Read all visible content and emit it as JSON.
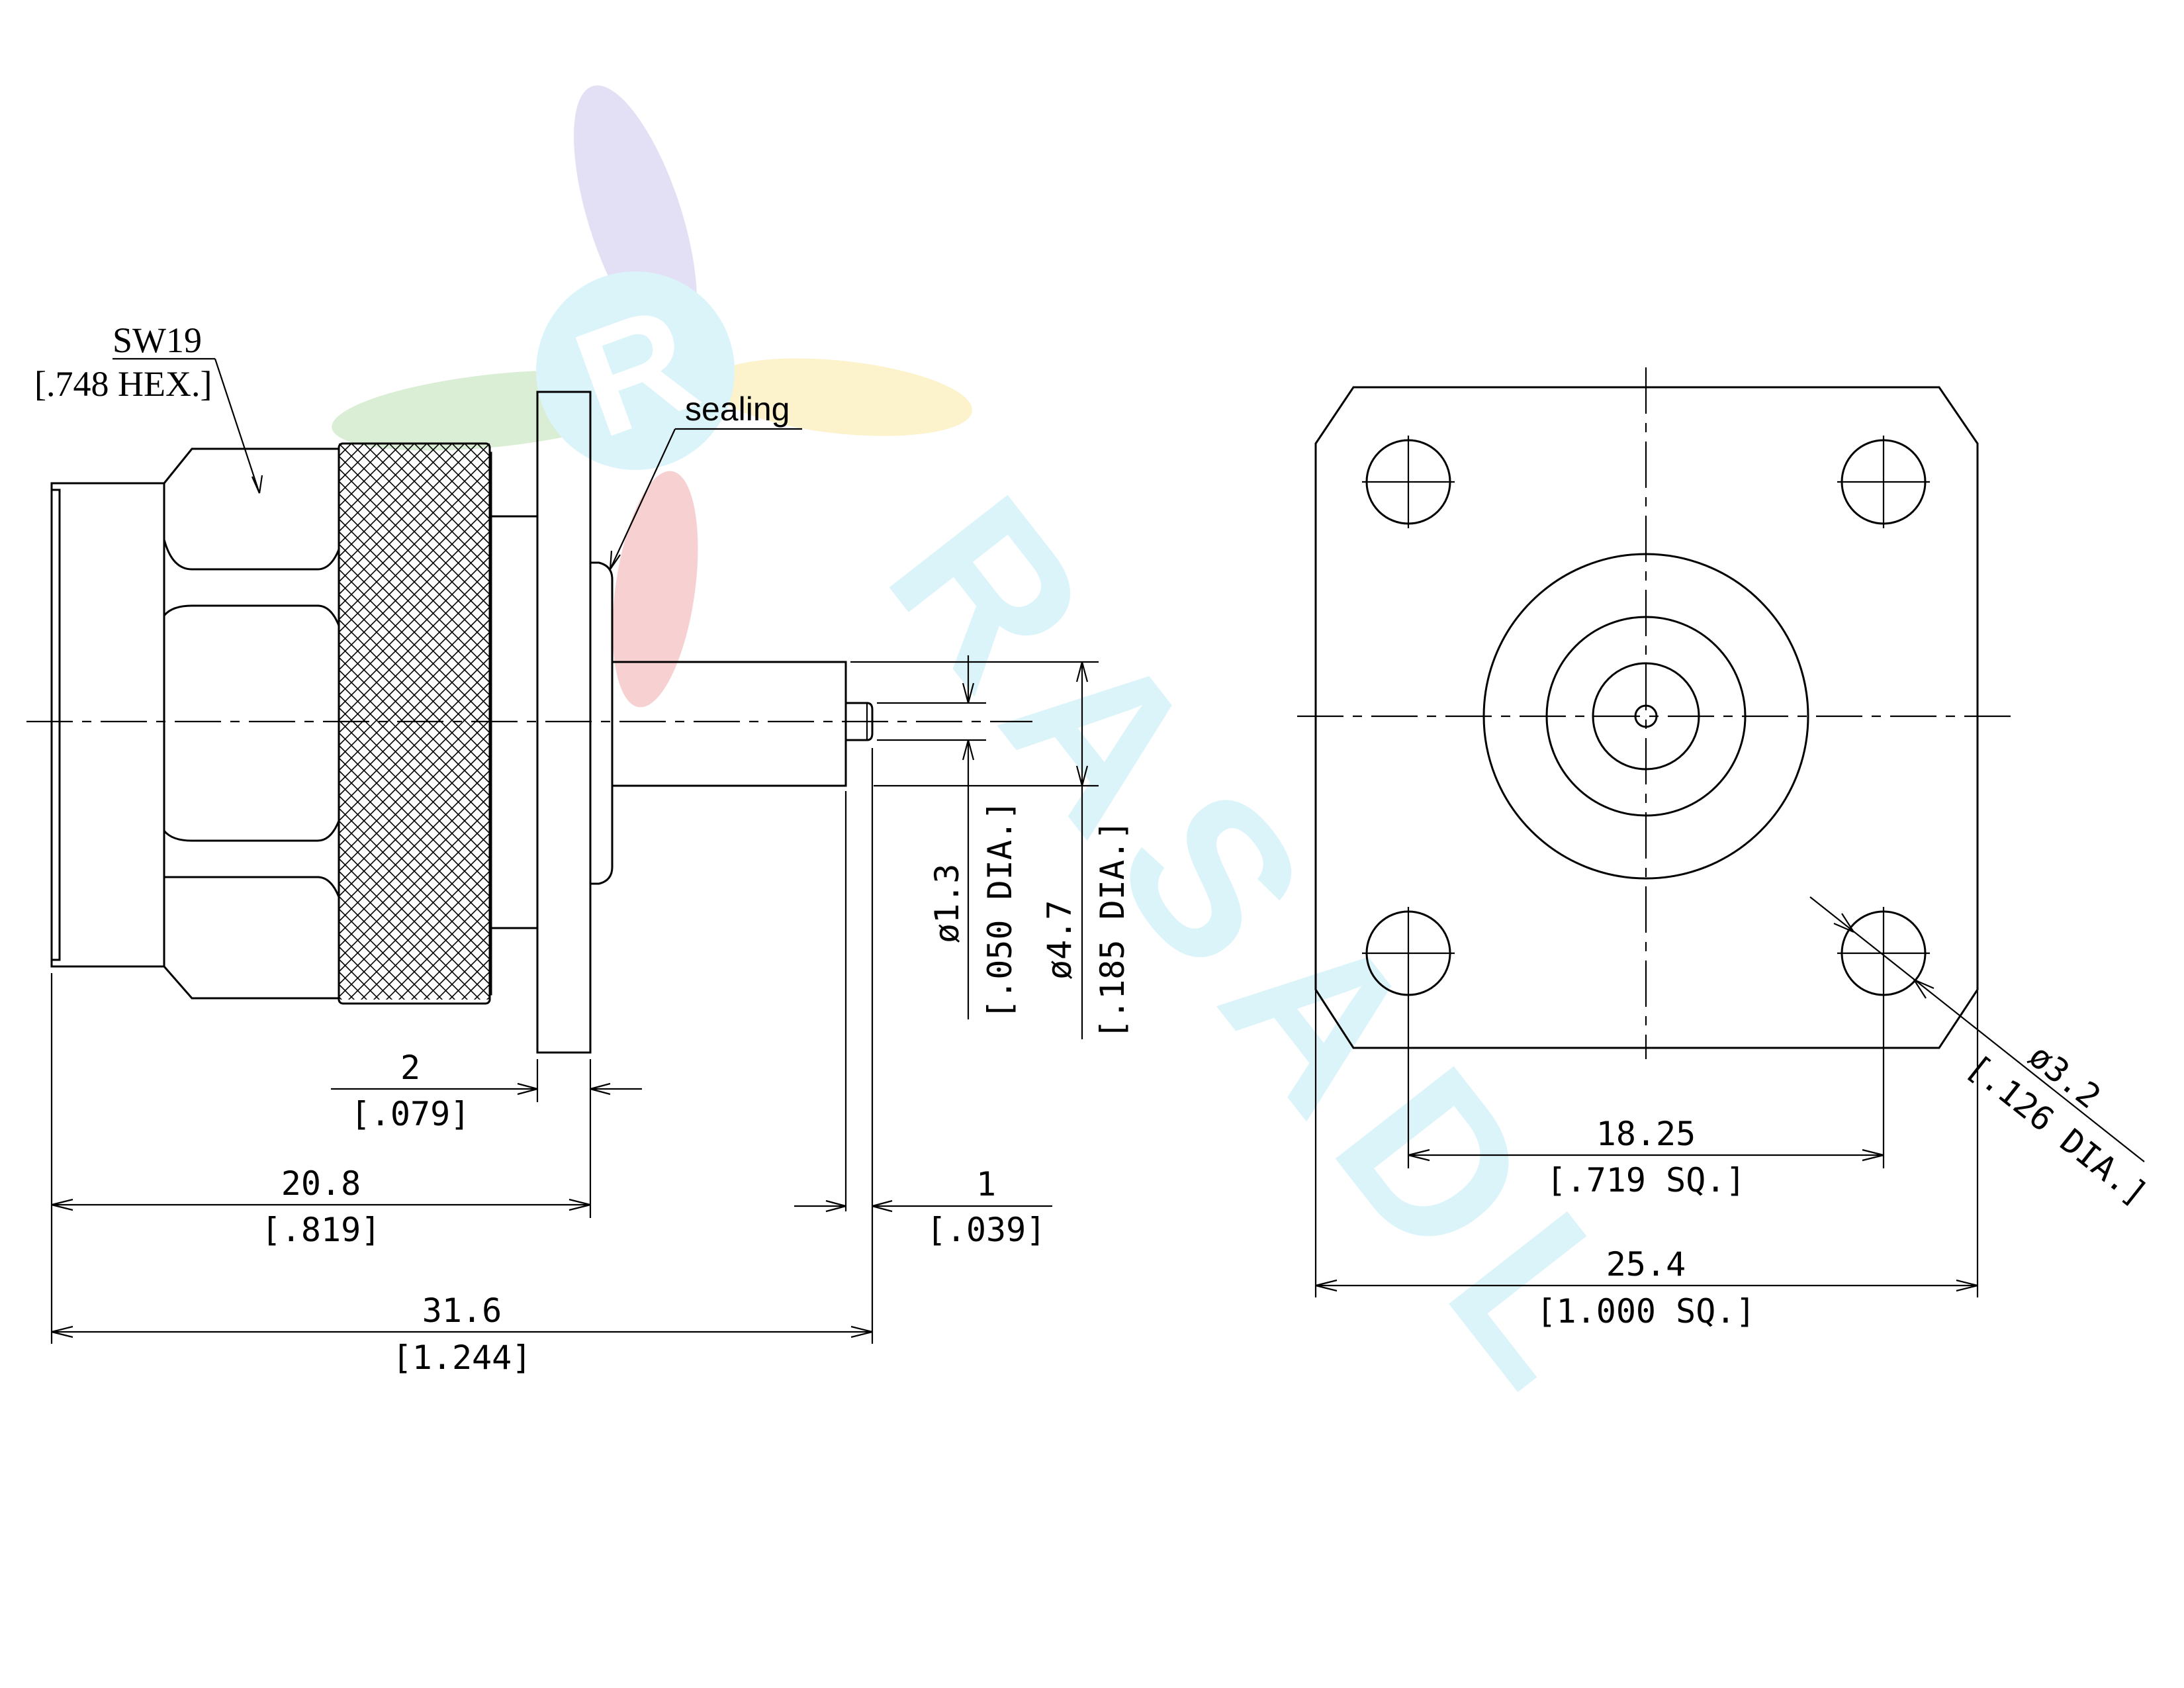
{
  "watermark": {
    "logo_letter": "R",
    "text": "RASADL",
    "colors": {
      "cyan": "#7fd8ec",
      "purple": "#9b8bd6",
      "red": "#e35a5a",
      "yellow": "#f3d04a",
      "green": "#7cc06a"
    }
  },
  "side_view": {
    "hex_label": "SW19",
    "hex_label_sub": "[.748 HEX.]",
    "sealing_label": "sealing",
    "dim_flange_thickness": "2",
    "dim_flange_thickness_in": "[.079]",
    "dim_body_length": "20.8",
    "dim_body_length_in": "[.819]",
    "dim_overall_length": "31.6",
    "dim_overall_length_in": "[1.244]",
    "dim_pin_offset": "1",
    "dim_pin_offset_in": "[.039]",
    "dim_pin_dia": "ø1.3",
    "dim_pin_dia_in": "[.050 DIA.]",
    "dim_dielectric_dia": "ø4.7",
    "dim_dielectric_dia_in": "[.185 DIA.]"
  },
  "front_view": {
    "dim_hole_spacing": "18.25",
    "dim_hole_spacing_in": "[.719 SQ.]",
    "dim_flange_size": "25.4",
    "dim_flange_size_in": "[1.000 SQ.]",
    "dim_hole_dia": "ø3.2",
    "dim_hole_dia_in": "[.126 DIA.]"
  }
}
